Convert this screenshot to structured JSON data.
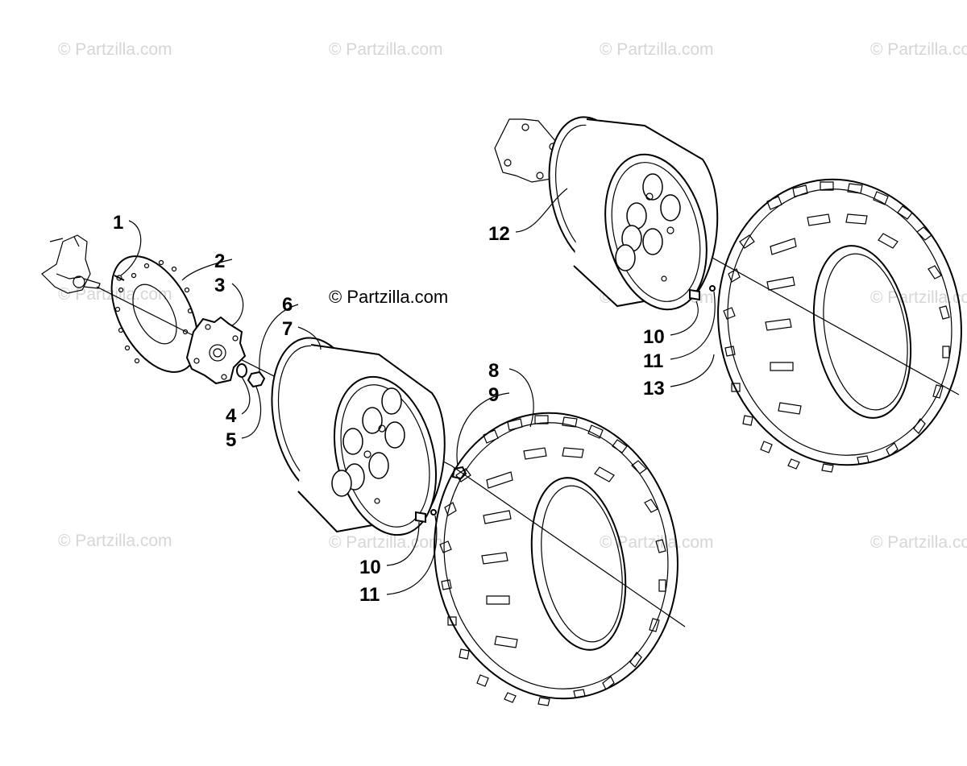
{
  "watermark": {
    "text": "© Partzilla.com"
  },
  "center_watermark": {
    "text": "© Partzilla.com"
  },
  "callouts": {
    "c1": "1",
    "c2": "2",
    "c3": "3",
    "c4": "4",
    "c5": "5",
    "c6": "6",
    "c7": "7",
    "c8": "8",
    "c9": "9",
    "c10a": "10",
    "c11a": "11",
    "c10b": "10",
    "c11b": "11",
    "c12": "12",
    "c13": "13"
  }
}
